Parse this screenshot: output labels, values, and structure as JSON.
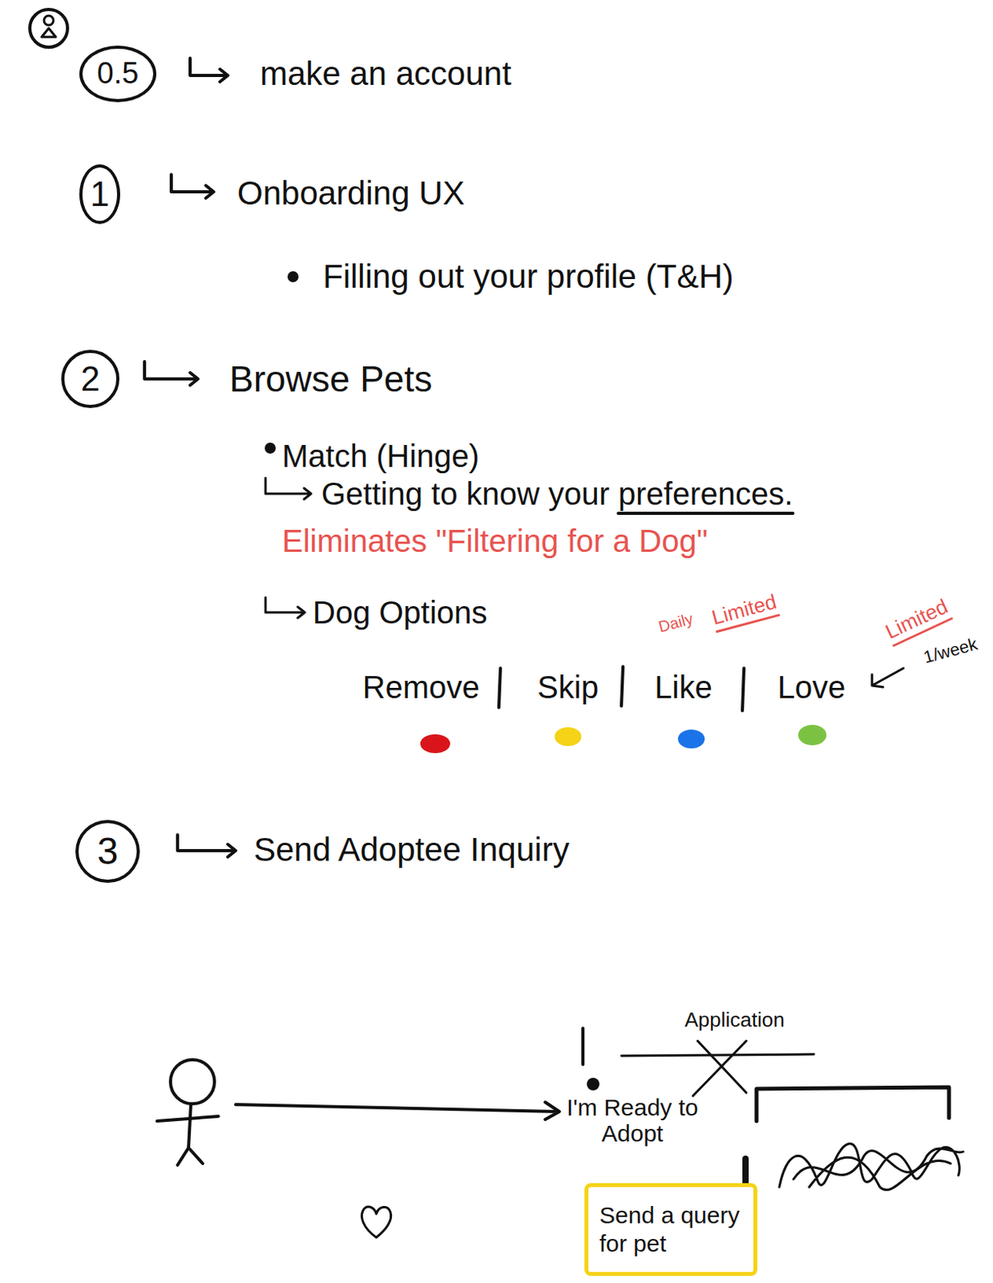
{
  "diagram": {
    "nodes": [
      {
        "text": [
          "0.5"
        ]
      },
      {
        "text": [
          "1"
        ]
      },
      {
        "text": [
          "2"
        ]
      },
      {
        "text": [
          "3"
        ]
      },
      {
        "text": [
          "Send a query for pet"
        ]
      }
    ],
    "labels": [
      "make an account",
      "Onboarding UX",
      "Filling out your profile (T&H)",
      "Browse Pets",
      "Match (Hinge)",
      "Getting to know your preferences.",
      "Eliminates \"Filtering for a Dog\"",
      "Dog Options",
      "Remove",
      "Skip",
      "Like",
      "Love",
      "Daily",
      "Limited",
      "Limited",
      "1/week",
      "Send Adoptee Inquiry",
      "Application",
      "I'm Ready to Adopt"
    ]
  }
}
